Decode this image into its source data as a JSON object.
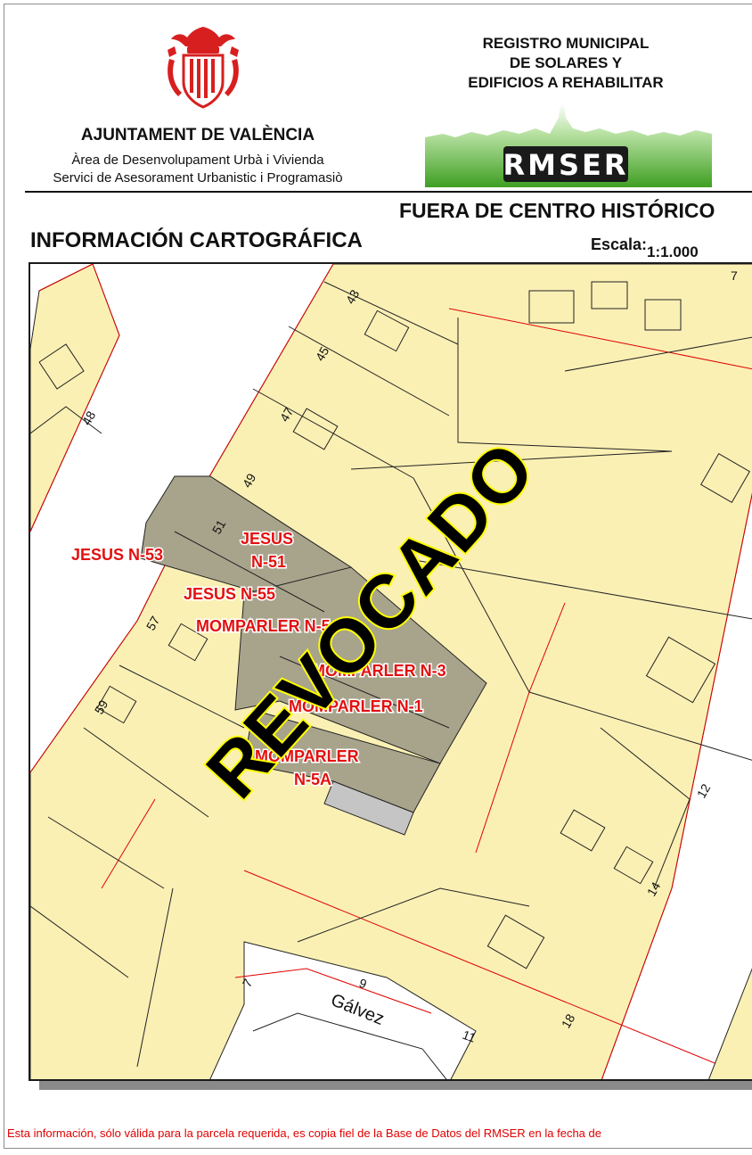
{
  "header": {
    "city_name": "AJUNTAMENT DE VALÈNCIA",
    "department_line_1": "Àrea de Desenvolupament Urbà i Vivienda",
    "department_line_2": "Servici de Asesorament Urbanistic i Programasiò",
    "registry_title_1": "REGISTRO MUNICIPAL",
    "registry_title_2": "DE SOLARES Y",
    "registry_title_3": "EDIFICIOS A REHABILITAR",
    "registry_logo_text": "RMSER",
    "city_logo_icon": "city-coat-of-arms-icon"
  },
  "section_title": "FUERA DE CENTRO HISTÓRICO",
  "map_heading": "INFORMACIÓN CARTOGRÁFICA",
  "scale": {
    "label": "Escala:",
    "value": "1:1.000"
  },
  "map": {
    "stamp": "REVOCADO",
    "street_name": "Gálvez",
    "parcel_labels": [
      "JESUS N-53",
      "JESUS",
      "N-51",
      "JESUS N-55",
      "MOMPARLER N-5",
      "MOMPARLER N-3",
      "MOMPARLER N-1",
      "MOMPARLER",
      "N-5A"
    ],
    "house_numbers": [
      "43",
      "45",
      "47",
      "49",
      "51",
      "57",
      "59",
      "48",
      "7",
      "12",
      "14",
      "18",
      "7",
      "9",
      "11"
    ],
    "colors": {
      "block_fill": "#fbf0b4",
      "parcel_fill": "#a8a48c",
      "red_lines": "#e00000",
      "label_red": "#e31010",
      "stamp_fill": "#000000",
      "stamp_outline": "#ffff00",
      "green_banner": "#4caf2a"
    }
  },
  "footer_note": "Esta información, sólo válida para la parcela requerida, es copia fiel de la Base de Datos del RMSER en la fecha de"
}
